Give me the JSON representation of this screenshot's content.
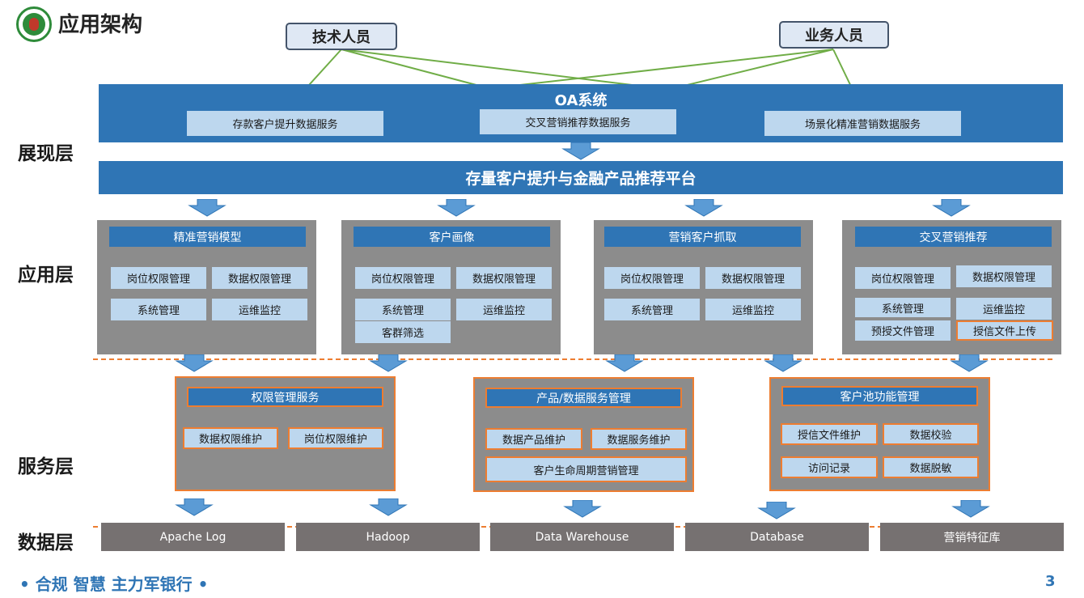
{
  "header": {
    "title": "应用架构"
  },
  "roles": {
    "tech": "技术人员",
    "business": "业务人员"
  },
  "presentation": {
    "label": "展现层",
    "oa_title": "OA系统",
    "services": [
      "存款客户提升数据服务",
      "交叉营销推荐数据服务",
      "场景化精准营销数据服务"
    ],
    "platform": "存量客户提升与金融产品推荐平台"
  },
  "application": {
    "label": "应用层",
    "modules": [
      {
        "title": "精准营销模型",
        "items": [
          "岗位权限管理",
          "数据权限管理",
          "系统管理",
          "运维监控"
        ]
      },
      {
        "title": "客户画像",
        "items": [
          "岗位权限管理",
          "数据权限管理",
          "系统管理",
          "运维监控",
          "客群筛选"
        ]
      },
      {
        "title": "营销客户抓取",
        "items": [
          "岗位权限管理",
          "数据权限管理",
          "系统管理",
          "运维监控"
        ]
      },
      {
        "title": "交叉营销推荐",
        "items": [
          "岗位权限管理",
          "数据权限管理",
          "系统管理",
          "运维监控",
          "预授文件管理",
          "授信文件上传"
        ]
      }
    ]
  },
  "service": {
    "label": "服务层",
    "modules": [
      {
        "title": "权限管理服务",
        "items": [
          "数据权限维护",
          "岗位权限维护"
        ]
      },
      {
        "title": "产品/数据服务管理",
        "items": [
          "数据产品维护",
          "数据服务维护",
          "客户生命周期营销管理"
        ]
      },
      {
        "title": "客户池功能管理",
        "items": [
          "授信文件维护",
          "数据校验",
          "访问记录",
          "数据脱敏"
        ]
      }
    ]
  },
  "data": {
    "label": "数据层",
    "sources": [
      "Apache Log",
      "Hadoop",
      "Data Warehouse",
      "Database",
      "营销特征库"
    ]
  },
  "footer": {
    "slogan": "• 合规  智慧  主力军银行 •",
    "page": "3"
  },
  "colors": {
    "accent": "#2f75b5",
    "light": "#bdd7ee",
    "panel": "#8c8c8c",
    "orange": "#ed7d31",
    "line": "#70ad47"
  }
}
